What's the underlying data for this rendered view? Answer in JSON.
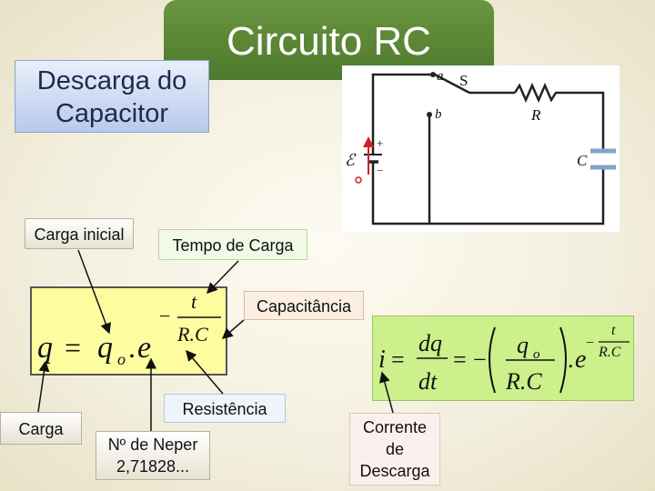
{
  "title": "Circuito RC",
  "subtitle": {
    "line1": "Descarga do",
    "line2": "Capacitor"
  },
  "labels": {
    "carga_inicial": "Carga inicial",
    "tempo_de_carga": "Tempo de Carga",
    "capacitancia": "Capacitância",
    "resistencia": "Resistência",
    "carga": "Carga",
    "neper_line1": "Nº de Neper",
    "neper_line2": "2,71828...",
    "corrente_line1": "Corrente",
    "corrente_line2": "de",
    "corrente_line3": "Descarga"
  },
  "circuit": {
    "node_a": "a",
    "node_b": "b",
    "switch": "S",
    "resistor": "R",
    "capacitor": "C",
    "emf": "ℰ",
    "plus": "+",
    "minus": "−"
  },
  "formula1": {
    "q": "q",
    "equals": "=",
    "q0": "q",
    "q0_sub": "o",
    "dot": ".",
    "e": "e",
    "exp_sign": "−",
    "exp_num": "t",
    "exp_den": "R.C"
  },
  "formula2": {
    "i": "i",
    "eq1": "=",
    "dq": "dq",
    "dt": "dt",
    "eq2": "=",
    "minus": "−",
    "q0": "q",
    "q0_sub": "o",
    "rc": "R.C",
    "dot": ".",
    "e": "e",
    "exp_sign": "−",
    "exp_num": "t",
    "exp_den": "R.C"
  },
  "colors": {
    "title_bg": "#5a8a35",
    "formula1_bg": "#fdfda0",
    "formula2_bg": "#ccf08c",
    "emf_arrow": "#d0202a"
  }
}
